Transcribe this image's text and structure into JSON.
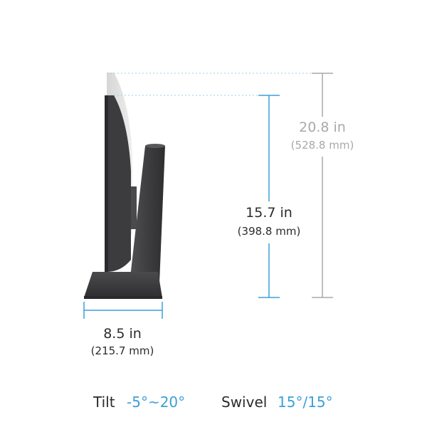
{
  "dimensions": {
    "max_height": {
      "value": "20.8 in",
      "metric": "(528.8 mm)"
    },
    "min_height": {
      "value": "15.7 in",
      "metric": "(398.8 mm)"
    },
    "base_depth": {
      "value": "8.5 in",
      "metric": "(215.7 mm)"
    }
  },
  "specs": {
    "tilt_label": "Tilt",
    "tilt_value": "-5°~20°",
    "swivel_label": "Swivel",
    "swivel_value": "15°/15°"
  },
  "colors": {
    "accent_blue": "#3aa0d8",
    "gray_measure": "#a9a9a9",
    "text_dark": "#2b2b2b",
    "monitor_dark": "#3c3c3e"
  }
}
